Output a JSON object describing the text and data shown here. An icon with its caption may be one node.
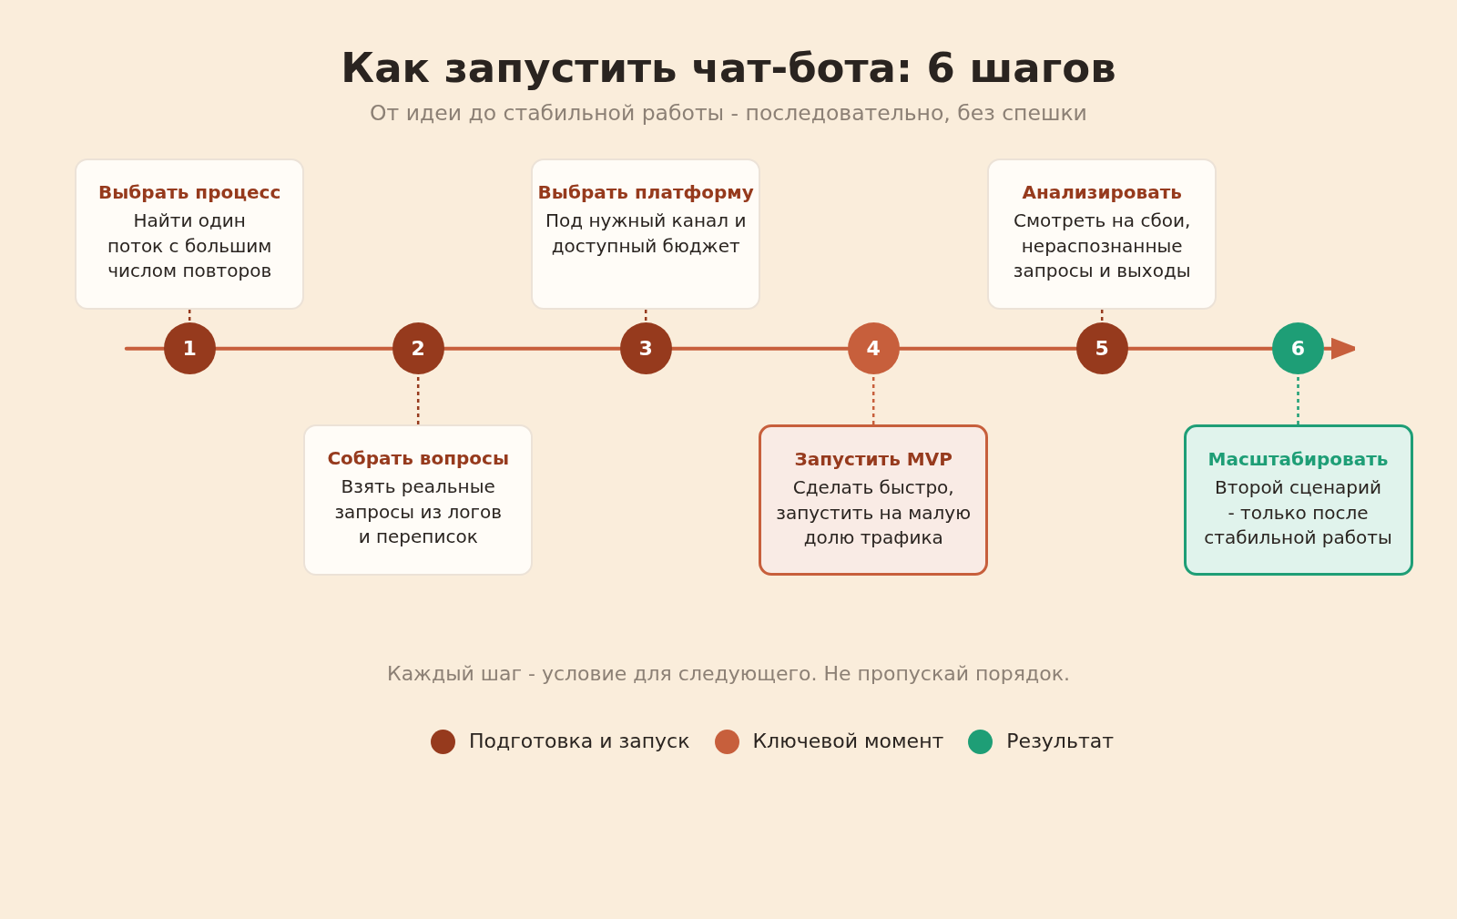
{
  "diagram": {
    "title": "Как запустить чат-бота: 6 шагов",
    "caption": "Каждый шаг - условие для следующего. Не пропускай порядок.",
    "nodes": [
      {
        "text": [
          "Выбрать процесс",
          "Найти один поток с большим числом повторов"
        ]
      },
      {
        "text": [
          "Выбрать платформу",
          "Под нужный канал и доступный бюджет"
        ]
      },
      {
        "text": [
          "Анализировать",
          "Смотреть на сбои, нераспознанные запросы и выходы"
        ]
      },
      {
        "text": [
          "1"
        ]
      },
      {
        "text": [
          "2"
        ]
      },
      {
        "text": [
          "3"
        ]
      },
      {
        "text": [
          "4"
        ]
      },
      {
        "text": [
          "5"
        ]
      },
      {
        "text": [
          "6"
        ]
      },
      {
        "text": [
          "Собрать вопросы",
          "Взять реальные запросы из логов и переписок"
        ]
      },
      {
        "text": [
          "Запустить MVP",
          "Сделать быстро, запустить на малую долю трафика"
        ]
      },
      {
        "text": [
          "Масштабировать",
          "Второй сценарий - только после стабильной работы"
        ]
      }
    ],
    "edges": [
      {
        "from": null,
        "to": 3,
        "arrow": "none"
      },
      {
        "from": 3,
        "to": 4,
        "arrow": "none"
      },
      {
        "from": 4,
        "to": 5,
        "arrow": "none"
      },
      {
        "from": 5,
        "to": 6,
        "arrow": "none"
      },
      {
        "from": 6,
        "to": 7,
        "arrow": "none"
      },
      {
        "from": 7,
        "to": 8,
        "arrow": "none"
      },
      {
        "from": 8,
        "to": null,
        "arrow": "to"
      },
      {
        "from": 0,
        "to": 3,
        "arrow": "none",
        "style": "dashed",
        "color": "#963a1d"
      },
      {
        "from": 9,
        "to": 4,
        "arrow": "none",
        "style": "dashed",
        "color": "#963a1d"
      },
      {
        "from": 1,
        "to": 5,
        "arrow": "none",
        "style": "dashed",
        "color": "#963a1d"
      },
      {
        "from": 10,
        "to": 6,
        "arrow": "none",
        "style": "dashed"
      },
      {
        "from": 2,
        "to": 7,
        "arrow": "none",
        "style": "dashed",
        "color": "#963a1d"
      },
      {
        "from": 11,
        "to": 8,
        "arrow": "none",
        "style": "dashed",
        "color": "#1e9e76"
      }
    ],
    "labels": [
      "От идеи до стабильной работы - последовательно, без спешки"
    ],
    "legend": [
      {
        "text": "Подготовка и запуск",
        "color": "#963a1d"
      },
      {
        "text": "Ключевой момент",
        "color": "#c75f3c"
      },
      {
        "text": "Результат",
        "color": "#1e9e76"
      }
    ]
  }
}
